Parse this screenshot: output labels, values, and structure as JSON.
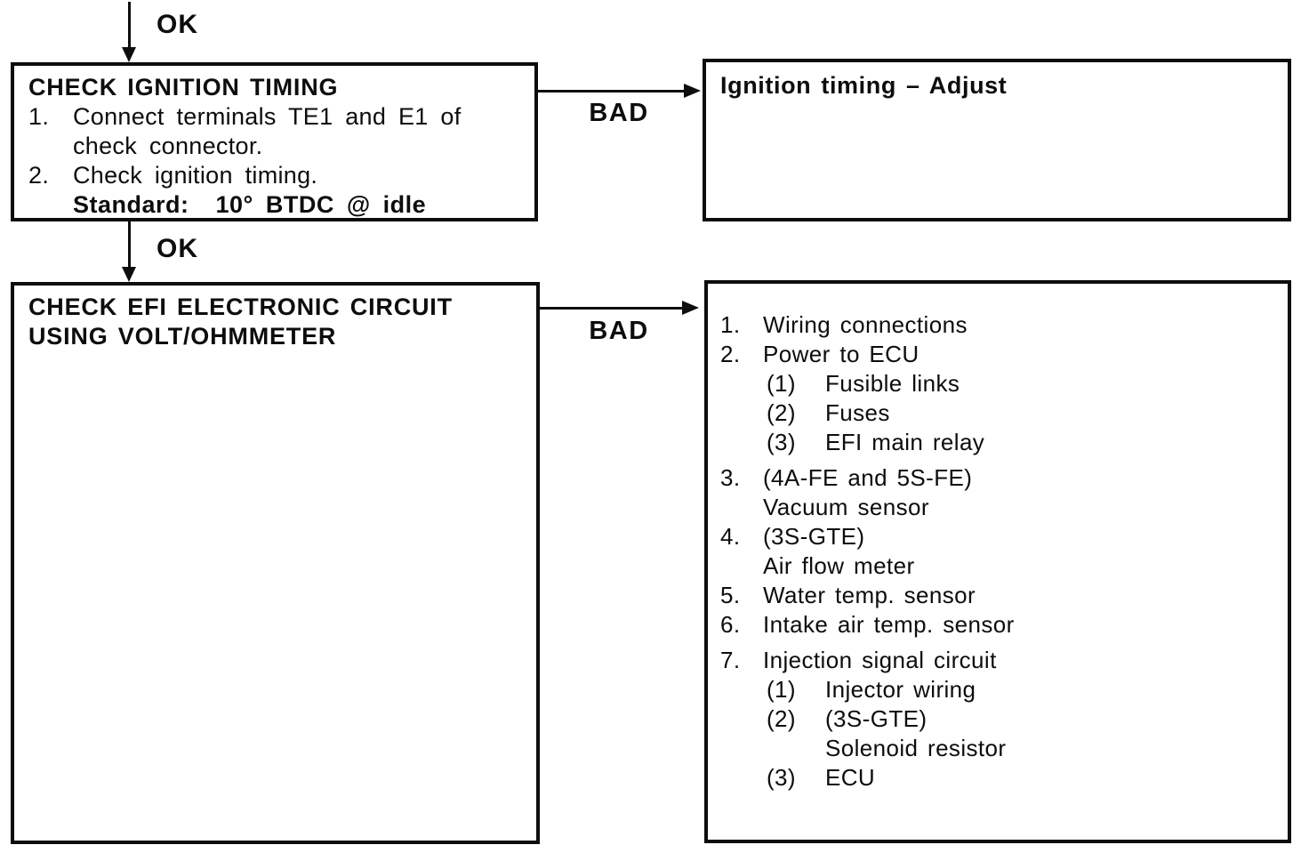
{
  "labels": {
    "ok_top": "OK",
    "ok_mid": "OK",
    "bad_row1": "BAD",
    "bad_row2": "BAD"
  },
  "step1": {
    "title": "CHECK IGNITION TIMING",
    "rows": [
      {
        "num": "1.",
        "text": "Connect terminals TE1 and E1 of"
      },
      {
        "num": "",
        "text": "check connector."
      },
      {
        "num": "2.",
        "text": "Check ignition timing."
      }
    ],
    "standard_label": "Standard:",
    "standard_value": "10° BTDC @ idle"
  },
  "step1_result": {
    "text": "Ignition timing – Adjust"
  },
  "step2": {
    "title_line1": "CHECK EFI ELECTRONIC CIRCUIT",
    "title_line2": "USING VOLT/OHMMETER"
  },
  "step2_result": {
    "rows": [
      {
        "num": "1.",
        "text": "Wiring connections"
      },
      {
        "num": "2.",
        "text": "Power to ECU"
      },
      {
        "num": "(1)",
        "text": "Fusible links"
      },
      {
        "num": "(2)",
        "text": "Fuses"
      },
      {
        "num": "(3)",
        "text": "EFI main relay"
      },
      {
        "num": "3.",
        "text": "(4A-FE and 5S-FE)"
      },
      {
        "num": "",
        "text": "Vacuum sensor"
      },
      {
        "num": "4.",
        "text": "(3S-GTE)"
      },
      {
        "num": "",
        "text": "Air flow meter"
      },
      {
        "num": "5.",
        "text": "Water temp. sensor"
      },
      {
        "num": "6.",
        "text": "Intake air temp. sensor"
      },
      {
        "num": "7.",
        "text": "Injection signal circuit"
      },
      {
        "num": "(1)",
        "text": "Injector wiring"
      },
      {
        "num": "(2)",
        "text": "(3S-GTE)"
      },
      {
        "num": "",
        "text": "Solenoid resistor"
      },
      {
        "num": "(3)",
        "text": "ECU"
      }
    ]
  }
}
